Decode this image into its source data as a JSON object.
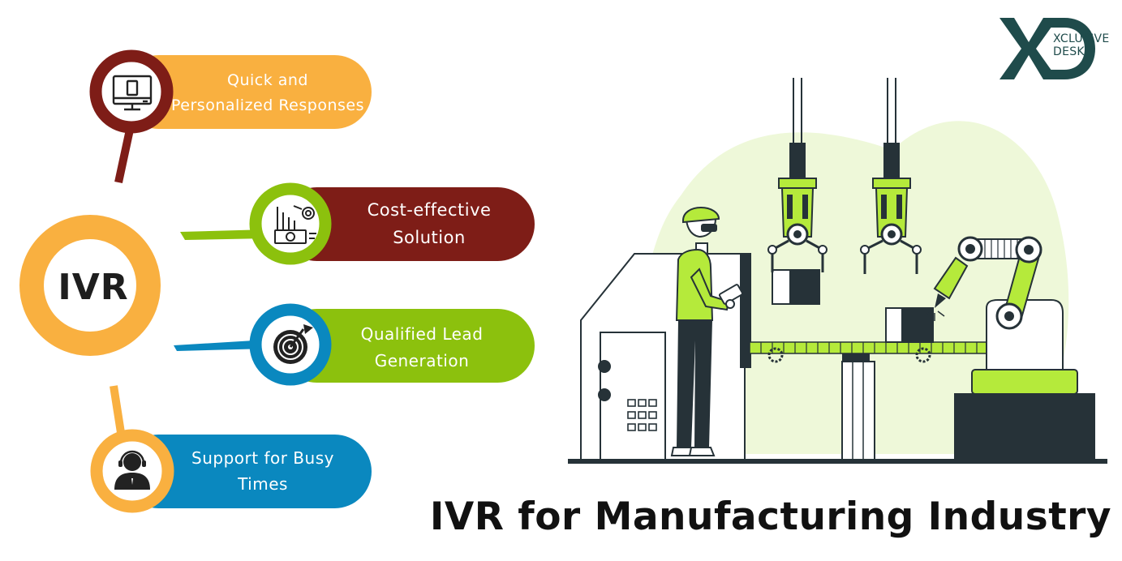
{
  "center": {
    "label": "IVR"
  },
  "title": "IVR for Manufacturing Industry",
  "logo": {
    "line1": "XCLUSIVE",
    "line2": "DESK"
  },
  "features": [
    {
      "lines": [
        "Quick and",
        "Personalized Responses"
      ],
      "icon": "monitor-icon",
      "color": "#f9b040"
    },
    {
      "lines": [
        "Cost-effective",
        "Solution"
      ],
      "icon": "money-chart-icon",
      "color": "#7e1d17"
    },
    {
      "lines": [
        "Qualified Lead",
        "Generation"
      ],
      "icon": "target-icon",
      "color": "#8cc10d"
    },
    {
      "lines": [
        "Support for Busy",
        "Times"
      ],
      "icon": "support-agent-icon",
      "color": "#0a88bf"
    }
  ],
  "colors": {
    "orange": "#f9b040",
    "maroon": "#7e1d17",
    "green": "#8cc10d",
    "blue": "#0a88bf",
    "lime": "#b5ea3b",
    "dark": "#263238",
    "blob": "#eef8d9",
    "logo": "#1f4b4b"
  }
}
